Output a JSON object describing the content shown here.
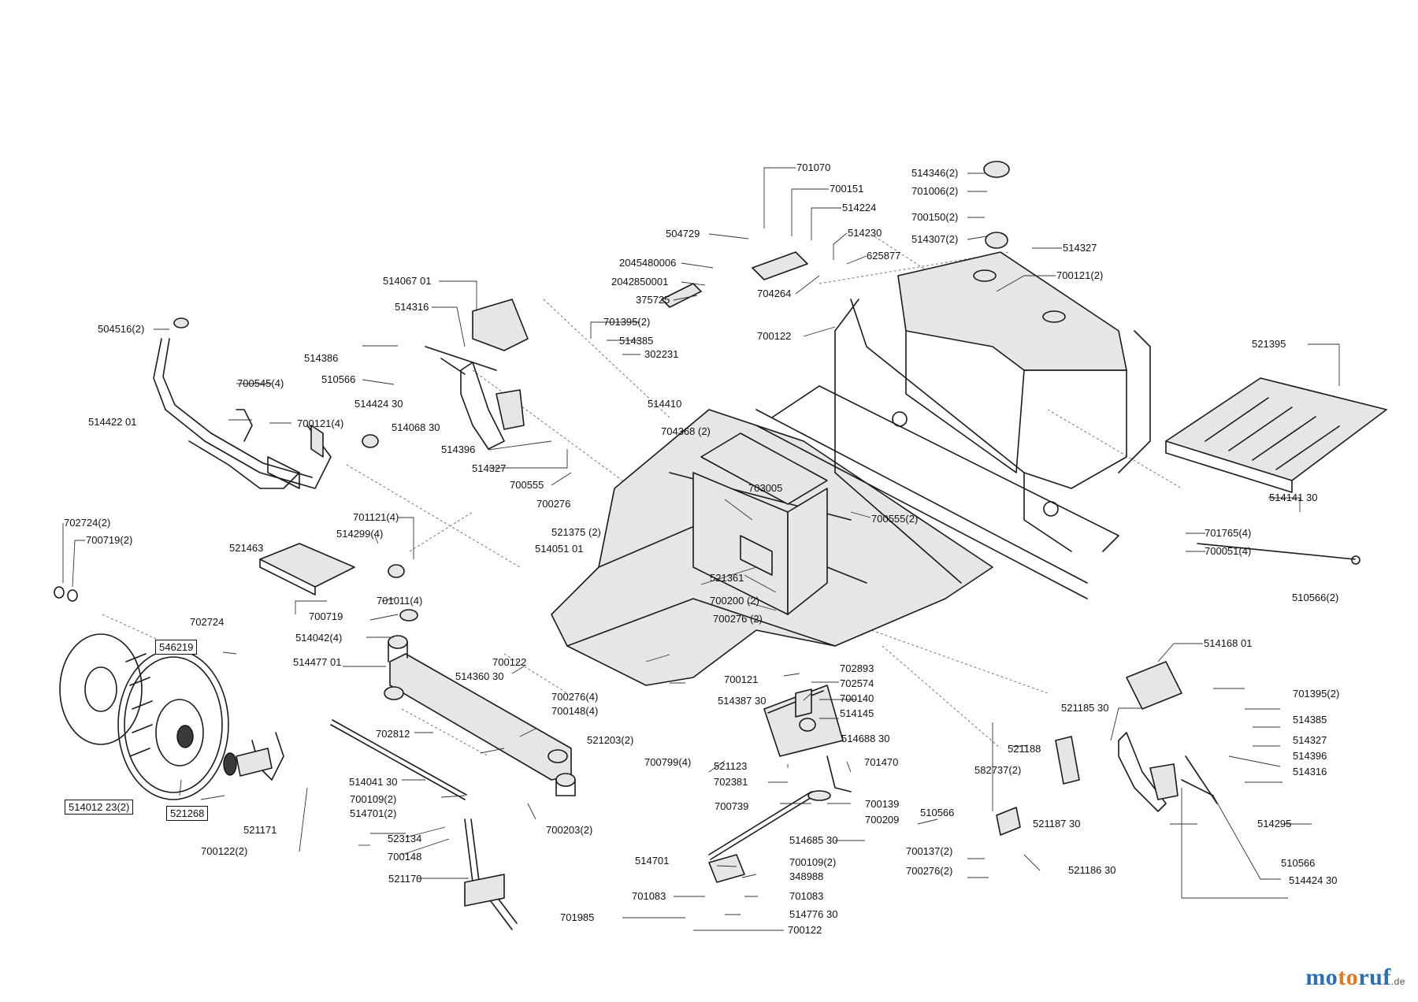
{
  "diagram": {
    "labels": [
      {
        "id": "p701070",
        "text": "701070"
      },
      {
        "id": "p700151",
        "text": "700151"
      },
      {
        "id": "p514224",
        "text": "514224"
      },
      {
        "id": "p504729",
        "text": "504729"
      },
      {
        "id": "p514230",
        "text": "514230"
      },
      {
        "id": "p625877",
        "text": "625877"
      },
      {
        "id": "p2045480006",
        "text": "2045480006"
      },
      {
        "id": "p2042850001",
        "text": "2042850001"
      },
      {
        "id": "p375725",
        "text": "375725"
      },
      {
        "id": "p704264",
        "text": "704264"
      },
      {
        "id": "p514346",
        "text": "514346(2)"
      },
      {
        "id": "p701006",
        "text": "701006(2)"
      },
      {
        "id": "p700150",
        "text": "700150(2)"
      },
      {
        "id": "p514307",
        "text": "514307(2)"
      },
      {
        "id": "p514327a",
        "text": "514327"
      },
      {
        "id": "p700121b",
        "text": "700121(2)"
      },
      {
        "id": "p700122a",
        "text": "700122"
      },
      {
        "id": "p521395",
        "text": "521395"
      },
      {
        "id": "p514067",
        "text": "514067 01"
      },
      {
        "id": "p514316a",
        "text": "514316"
      },
      {
        "id": "p701395a",
        "text": "701395(2)"
      },
      {
        "id": "p514385a",
        "text": "514385"
      },
      {
        "id": "p302231",
        "text": "302231"
      },
      {
        "id": "p504516",
        "text": "504516(2)"
      },
      {
        "id": "p514386",
        "text": "514386"
      },
      {
        "id": "p510566a",
        "text": "510566"
      },
      {
        "id": "p700545",
        "text": "700545(4)"
      },
      {
        "id": "p514424a",
        "text": "514424 30"
      },
      {
        "id": "p514410",
        "text": "514410"
      },
      {
        "id": "p514068",
        "text": "514068 30"
      },
      {
        "id": "p700121a",
        "text": "700121(4)"
      },
      {
        "id": "p514422",
        "text": "514422 01"
      },
      {
        "id": "p514396a",
        "text": "514396"
      },
      {
        "id": "p704368",
        "text": "704368 (2)"
      },
      {
        "id": "p514327b",
        "text": "514327"
      },
      {
        "id": "p700555a",
        "text": "700555"
      },
      {
        "id": "p700276a",
        "text": "700276"
      },
      {
        "id": "p703005",
        "text": "703005"
      },
      {
        "id": "p700555b",
        "text": "700555(2)"
      },
      {
        "id": "p514141",
        "text": "514141 30"
      },
      {
        "id": "p702724a",
        "text": "702724(2)"
      },
      {
        "id": "p700719a",
        "text": "700719(2)"
      },
      {
        "id": "p701121",
        "text": "701121(4)"
      },
      {
        "id": "p514299",
        "text": "514299(4)"
      },
      {
        "id": "p521375",
        "text": "521375 (2)"
      },
      {
        "id": "p514051",
        "text": "514051 01"
      },
      {
        "id": "p701765",
        "text": "701765(4)"
      },
      {
        "id": "p700051",
        "text": "700051(4)"
      },
      {
        "id": "p521463",
        "text": "521463"
      },
      {
        "id": "p701011",
        "text": "701011(4)"
      },
      {
        "id": "p521361",
        "text": "521361"
      },
      {
        "id": "p510566b",
        "text": "510566(2)"
      },
      {
        "id": "p700200",
        "text": "700200 (2)"
      },
      {
        "id": "p700276b",
        "text": "700276 (2)"
      },
      {
        "id": "p700719b",
        "text": "700719"
      },
      {
        "id": "p702724b",
        "text": "702724"
      },
      {
        "id": "p514042",
        "text": "514042(4)"
      },
      {
        "id": "p514168",
        "text": "514168 01"
      },
      {
        "id": "p546219",
        "text": "546219"
      },
      {
        "id": "p514477",
        "text": "514477 01"
      },
      {
        "id": "p700122b",
        "text": "700122"
      },
      {
        "id": "p514360",
        "text": "514360 30"
      },
      {
        "id": "p702893",
        "text": "702893"
      },
      {
        "id": "p700121c",
        "text": "700121"
      },
      {
        "id": "p702574",
        "text": "702574"
      },
      {
        "id": "p514387",
        "text": "514387 30"
      },
      {
        "id": "p700140",
        "text": "700140"
      },
      {
        "id": "p700276c",
        "text": "700276(4)"
      },
      {
        "id": "p700148a",
        "text": "700148(4)"
      },
      {
        "id": "p514145",
        "text": "514145"
      },
      {
        "id": "p521185",
        "text": "521185 30"
      },
      {
        "id": "p701395b",
        "text": "701395(2)"
      },
      {
        "id": "p514385b",
        "text": "514385"
      },
      {
        "id": "p702812",
        "text": "702812"
      },
      {
        "id": "p521203",
        "text": "521203(2)"
      },
      {
        "id": "p514688",
        "text": "514688 30"
      },
      {
        "id": "p521188",
        "text": "521188"
      },
      {
        "id": "p514327c",
        "text": "514327"
      },
      {
        "id": "p514396b",
        "text": "514396"
      },
      {
        "id": "p700799",
        "text": "700799(4)"
      },
      {
        "id": "p521123",
        "text": "521123"
      },
      {
        "id": "p701470",
        "text": "701470"
      },
      {
        "id": "p514316b",
        "text": "514316"
      },
      {
        "id": "p702381",
        "text": "702381"
      },
      {
        "id": "p582737",
        "text": "582737(2)"
      },
      {
        "id": "p514041",
        "text": "514041 30"
      },
      {
        "id": "p514012",
        "text": "514012 23(2)"
      },
      {
        "id": "p521268",
        "text": "521268"
      },
      {
        "id": "p700109a",
        "text": "700109(2)"
      },
      {
        "id": "p514701a",
        "text": "514701(2)"
      },
      {
        "id": "p700739",
        "text": "700739"
      },
      {
        "id": "p700139",
        "text": "700139"
      },
      {
        "id": "p521171",
        "text": "521171"
      },
      {
        "id": "p700203",
        "text": "700203(2)"
      },
      {
        "id": "p700209",
        "text": "700209"
      },
      {
        "id": "p510566c",
        "text": "510566"
      },
      {
        "id": "p521187",
        "text": "521187 30"
      },
      {
        "id": "p514295",
        "text": "514295"
      },
      {
        "id": "p523134",
        "text": "523134"
      },
      {
        "id": "p514685",
        "text": "514685 30"
      },
      {
        "id": "p700122c",
        "text": "700122(2)"
      },
      {
        "id": "p700137",
        "text": "700137(2)"
      },
      {
        "id": "p700148b",
        "text": "700148"
      },
      {
        "id": "p514701b",
        "text": "514701"
      },
      {
        "id": "p700109b",
        "text": "700109(2)"
      },
      {
        "id": "p521186",
        "text": "521186 30"
      },
      {
        "id": "p510566d",
        "text": "510566"
      },
      {
        "id": "p700276d",
        "text": "700276(2)"
      },
      {
        "id": "p348988",
        "text": "348988"
      },
      {
        "id": "p514424b",
        "text": "514424 30"
      },
      {
        "id": "p521170",
        "text": "521170"
      },
      {
        "id": "p701083a",
        "text": "701083"
      },
      {
        "id": "p701083b",
        "text": "701083"
      },
      {
        "id": "p514776",
        "text": "514776 30"
      },
      {
        "id": "p701985",
        "text": "701985"
      },
      {
        "id": "p700122d",
        "text": "700122"
      }
    ]
  },
  "watermark": {
    "part1": "mo",
    "part2": "to",
    "part3": "ruf",
    "tld": ".de"
  }
}
